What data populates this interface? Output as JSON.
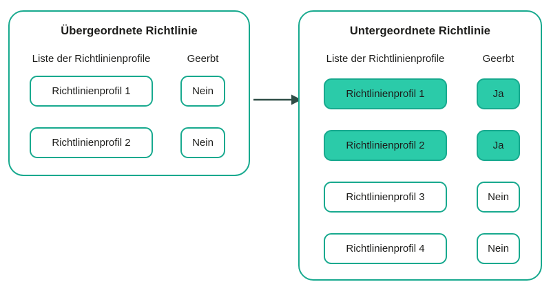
{
  "diagram": {
    "colors": {
      "teal_border": "#17A98E",
      "teal_fill": "#2BCBA9",
      "arrow": "#2F4D46",
      "text": "#1D1D1B"
    },
    "arrow_icon": "right-arrow",
    "panels": [
      {
        "title": "Übergeordnete Richtlinie",
        "col1_header": "Liste der Richtlinienprofile",
        "col2_header": "Geerbt",
        "rows": [
          {
            "profile": "Richtlinienprofil 1",
            "inherited": "Nein",
            "highlighted": false
          },
          {
            "profile": "Richtlinienprofil 2",
            "inherited": "Nein",
            "highlighted": false
          }
        ]
      },
      {
        "title": "Untergeordnete Richtlinie",
        "col1_header": "Liste der Richtlinienprofile",
        "col2_header": "Geerbt",
        "rows": [
          {
            "profile": "Richtlinienprofil 1",
            "inherited": "Ja",
            "highlighted": true
          },
          {
            "profile": "Richtlinienprofil 2",
            "inherited": "Ja",
            "highlighted": true
          },
          {
            "profile": "Richtlinienprofil 3",
            "inherited": "Nein",
            "highlighted": false
          },
          {
            "profile": "Richtlinienprofil 4",
            "inherited": "Nein",
            "highlighted": false
          }
        ]
      }
    ]
  }
}
